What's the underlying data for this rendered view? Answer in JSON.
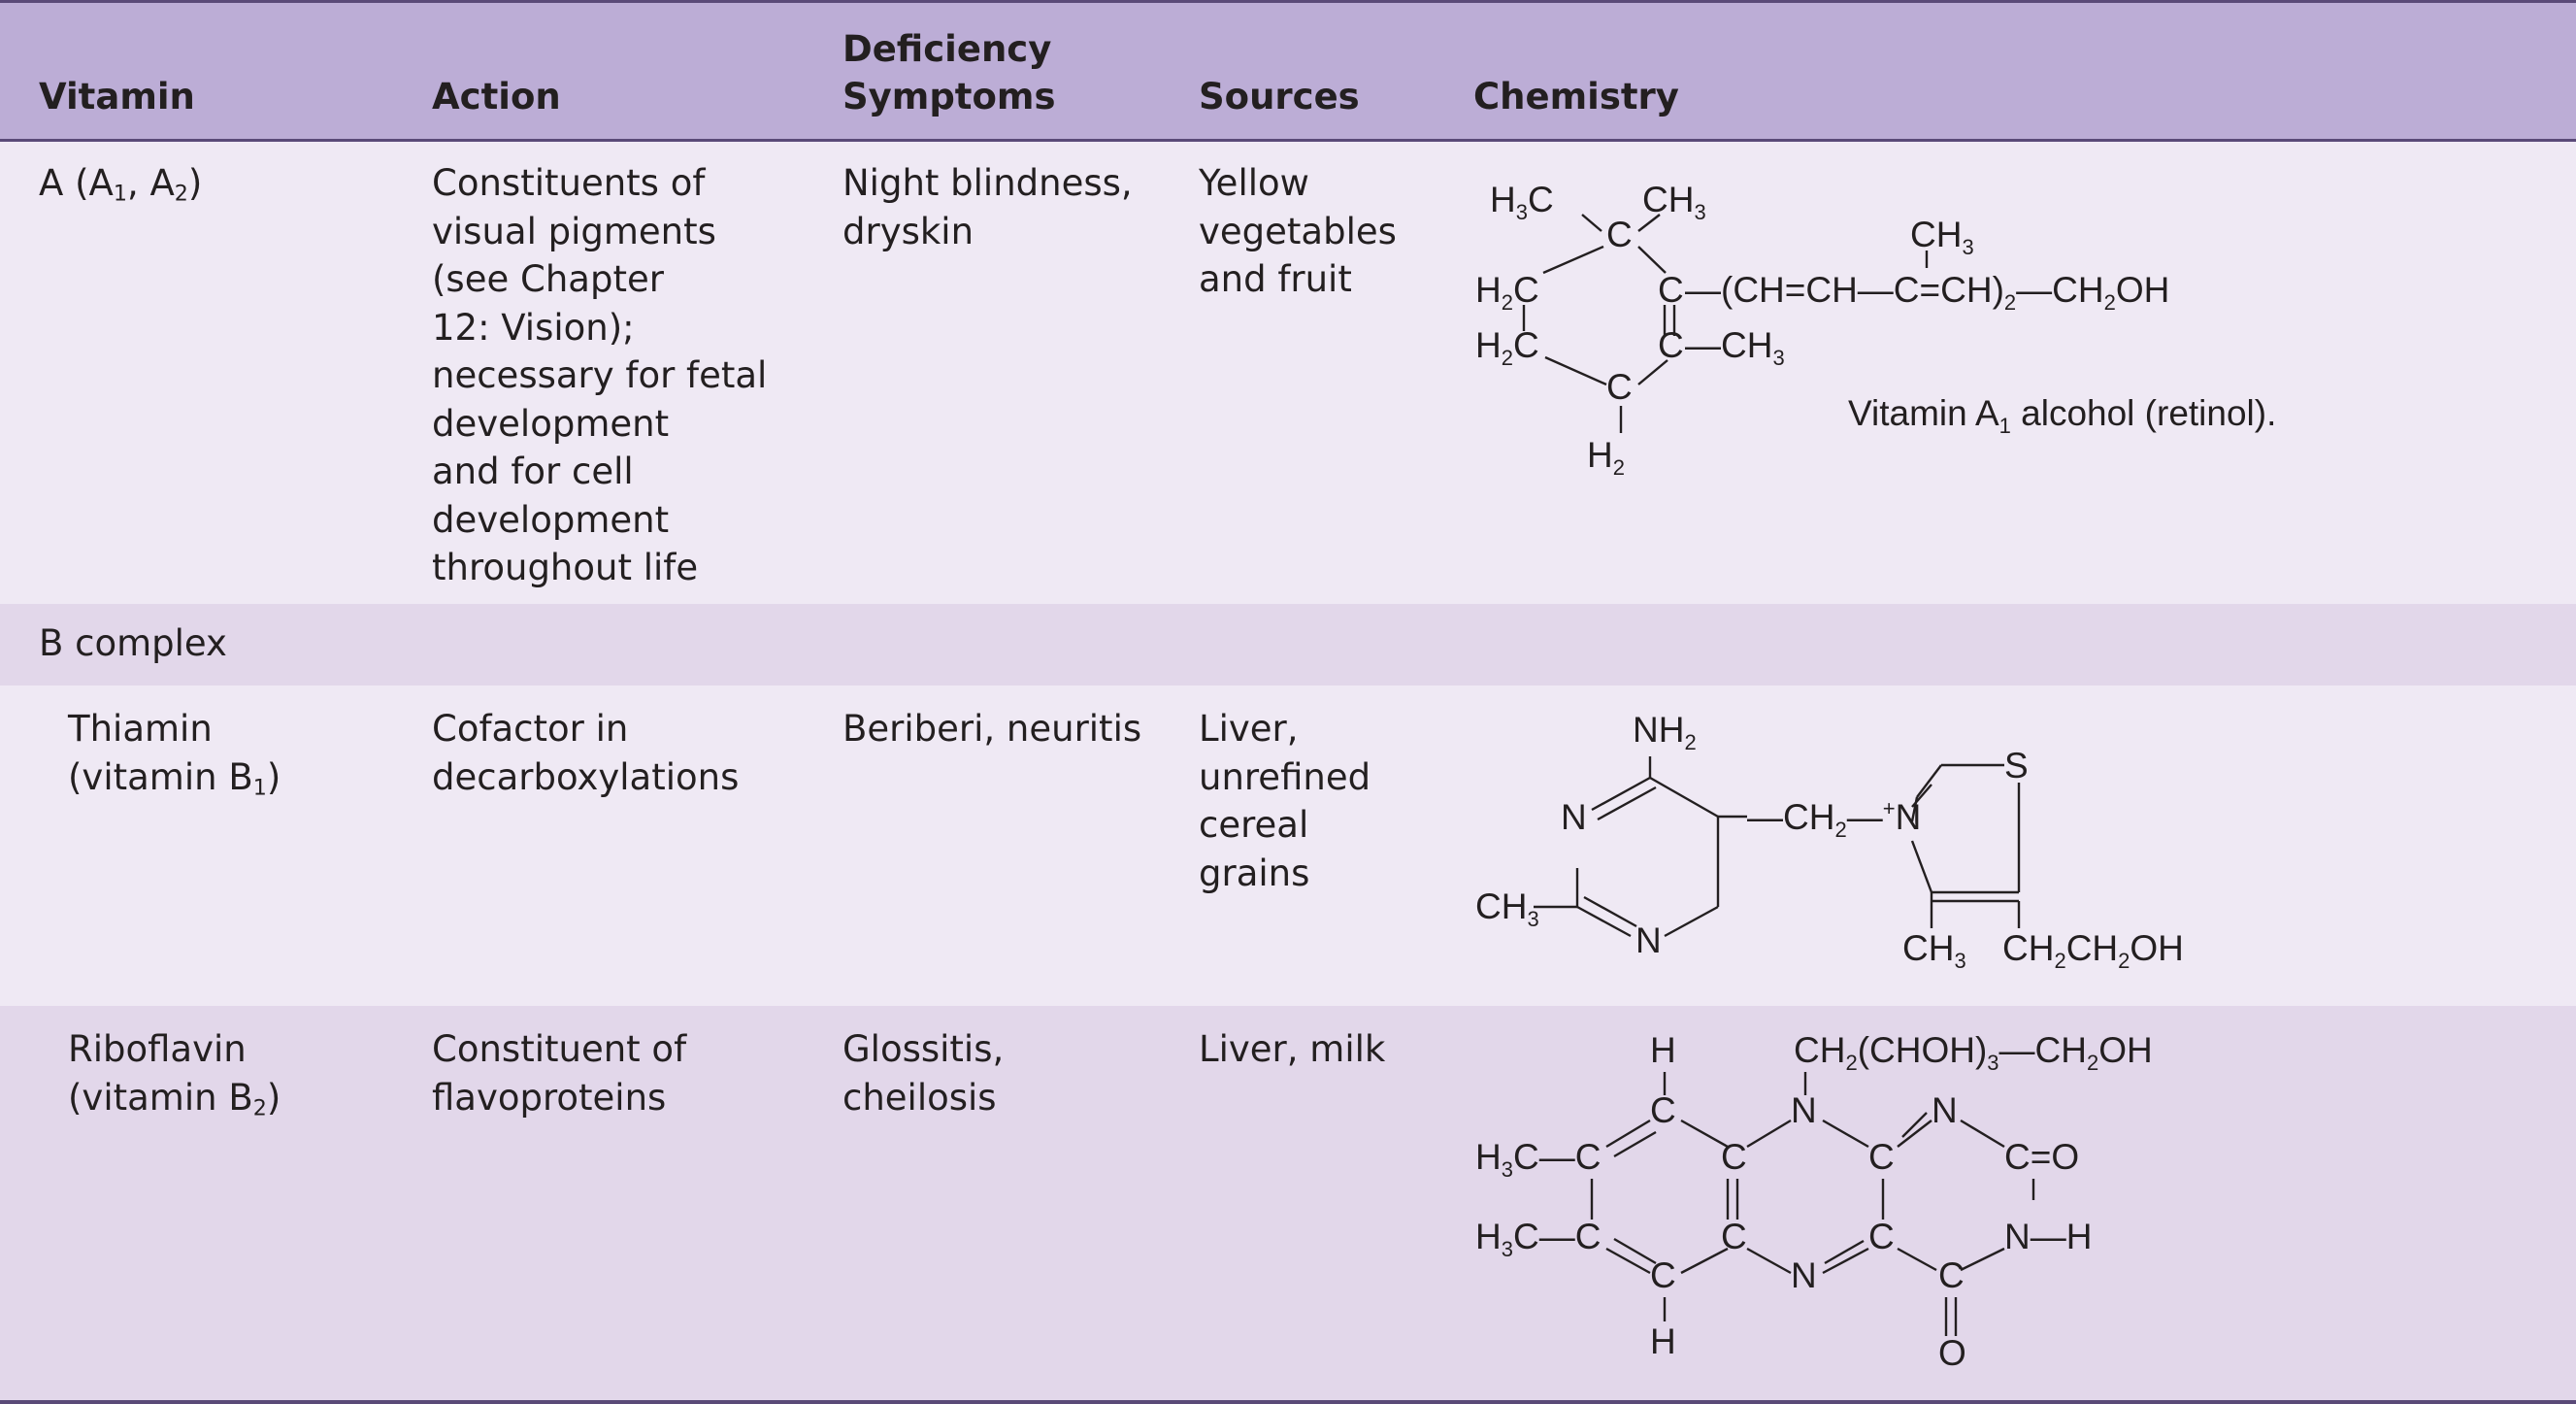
{
  "table": {
    "headers": {
      "vitamin": "Vitamin",
      "action": "Action",
      "deficiency_line1": "Deficiency",
      "deficiency_line2": "Symptoms",
      "sources": "Sources",
      "chemistry": "Chemistry"
    },
    "rows": [
      {
        "vitamin_base": "A (A",
        "vitamin_sub1": "1",
        "vitamin_mid": ", A",
        "vitamin_sub2": "2",
        "vitamin_end": ")",
        "action": "Constituents of\nvisual pigments\n(see Chapter\n12: Vision);\nnecessary for fetal\ndevelopment\nand for cell\ndevelopment\nthroughout life",
        "deficiency": "Night blindness,\ndryskin",
        "sources": "Yellow\nvegetables\nand fruit",
        "chemistry_caption_a": "Vitamin A",
        "chemistry_caption_sub": "1",
        "chemistry_caption_b": " alcohol (retinol)."
      },
      {
        "section": "B complex"
      },
      {
        "vitamin_line1": "Thiamin",
        "vitamin_line2_base": "(vitamin B",
        "vitamin_line2_sub": "1",
        "vitamin_line2_end": ")",
        "action": "Cofactor in\ndecarboxylations",
        "deficiency": "Beriberi, neuritis",
        "sources": "Liver,\nunrefined\ncereal\ngrains"
      },
      {
        "vitamin_line1": "Riboflavin",
        "vitamin_line2_base": "(vitamin B",
        "vitamin_line2_sub": "2",
        "vitamin_line2_end": ")",
        "action": "Constituent of\nflavoproteins",
        "deficiency": "Glossitis,\ncheilosis",
        "sources": "Liver, milk"
      }
    ]
  },
  "colors": {
    "header_bg": "#bcadd6",
    "row_light": "#efe9f4",
    "row_dark": "#e2d7ea",
    "rule": "#5a4a78"
  }
}
